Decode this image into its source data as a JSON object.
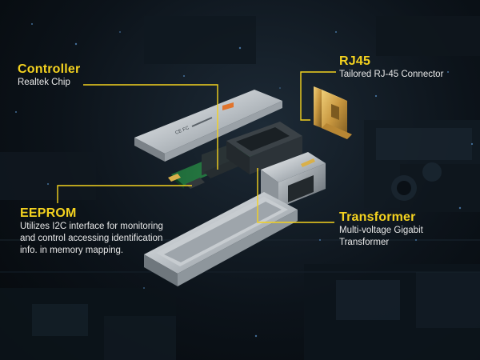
{
  "accent_color": "#f4d21f",
  "callouts": {
    "controller": {
      "title": "Controller",
      "desc": "Realtek Chip"
    },
    "rj45": {
      "title": "RJ45",
      "desc": "Tailored RJ-45 Connector"
    },
    "eeprom": {
      "title": "EEPROM",
      "desc": "Utilizes I2C interface for monitoring and control accessing identification info. in memory mapping."
    },
    "transformer": {
      "title": "Transformer",
      "desc": "Multi-voltage Gigabit Transformer"
    }
  },
  "module_label_text": "CE FC"
}
